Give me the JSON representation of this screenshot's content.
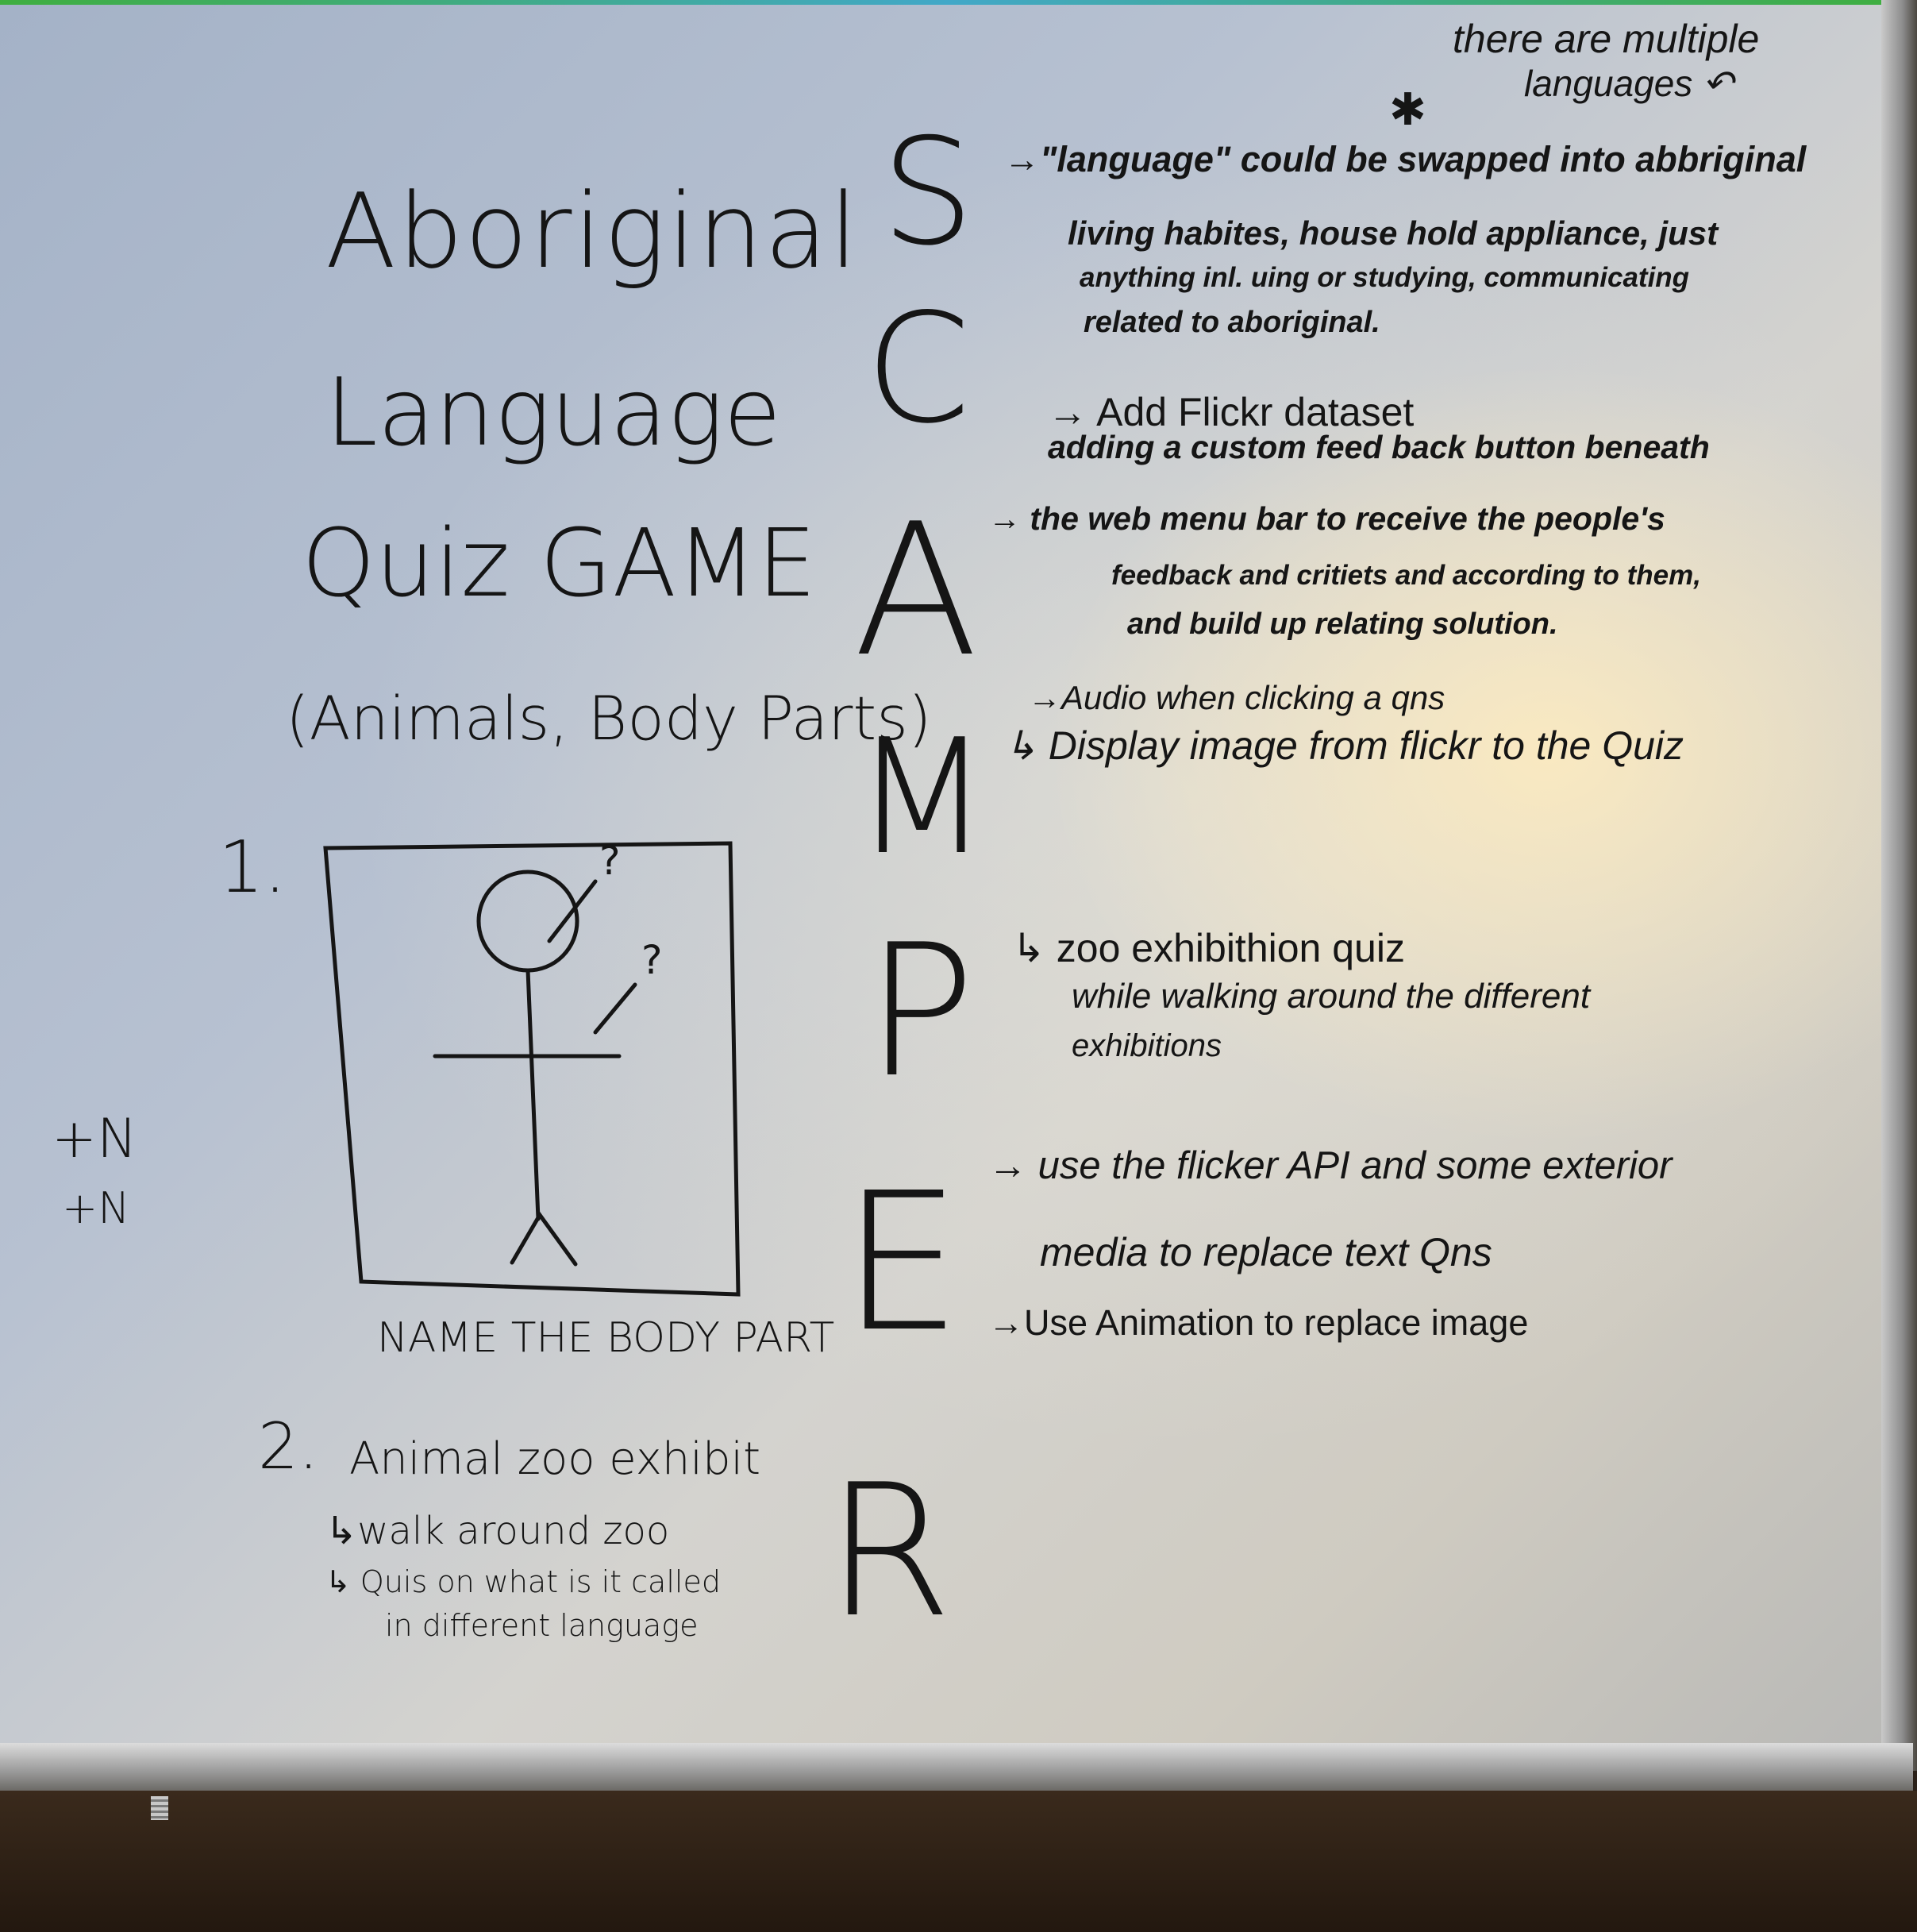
{
  "title": {
    "line1": "Aboriginal",
    "line2": "Language",
    "line3": "Quiz GAME",
    "line4": "(Animals, Body Parts)"
  },
  "idea1": {
    "number": "1.",
    "q1": "?",
    "q2": "?",
    "caption": "NAME THE BODY PART"
  },
  "idea2": {
    "number": "2.",
    "heading": "Animal zoo exhibit",
    "sub1": "↳walk around zoo",
    "sub2": "↳ Quis on what is it called",
    "sub3": "in different language"
  },
  "side_notes": {
    "n1": "+N",
    "n2": "+N"
  },
  "scamper": {
    "letters": [
      "S",
      "C",
      "A",
      "M",
      "P",
      "E",
      "R"
    ],
    "note_top": {
      "line1": "there are multiple",
      "line2": "languages ↶"
    },
    "s": {
      "star": "✱",
      "line1": "→\"language\" could be swapped into abbriginal",
      "line2": "living habites, house hold appliance, just",
      "line3": "anything inl. uing or studying, communicating",
      "line4": "related to aboriginal."
    },
    "c": {
      "line1": "→ Add Flickr dataset"
    },
    "a": {
      "line1": "adding a custom feed back button beneath",
      "line2": "→ the web menu bar to receive the people's",
      "line3": "feedback and critiets and according to them,",
      "line4": "and build up relating solution."
    },
    "m": {
      "line1": "→Audio when clicking a qns",
      "line2": "↳ Display image from flickr to the Quiz"
    },
    "p": {
      "line1": "↳ zoo exhibithion quiz",
      "line2": "while walking around the different",
      "line3": "exhibitions"
    },
    "e": {
      "line1": "→ use the flicker API and some exterior",
      "line2": "media to replace text Qns",
      "line3": "→Use Animation to replace image"
    }
  }
}
